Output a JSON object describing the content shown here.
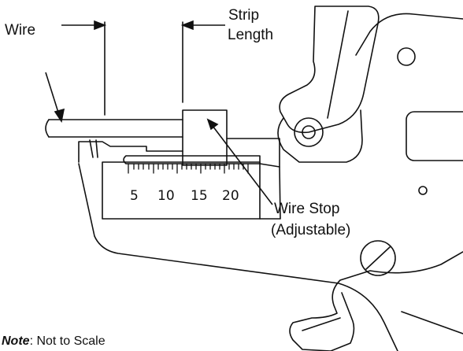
{
  "labels": {
    "wire": "Wire",
    "strip_line1": "Strip",
    "strip_line2": "Length",
    "stop_line1": "Wire Stop",
    "stop_line2": "(Adjustable)"
  },
  "scale_ticks": [
    "5",
    "10",
    "15",
    "20"
  ],
  "note": {
    "prefix": "Note",
    "text": ": Not to Scale"
  },
  "colors": {
    "line": "#111111",
    "background": "#ffffff"
  }
}
